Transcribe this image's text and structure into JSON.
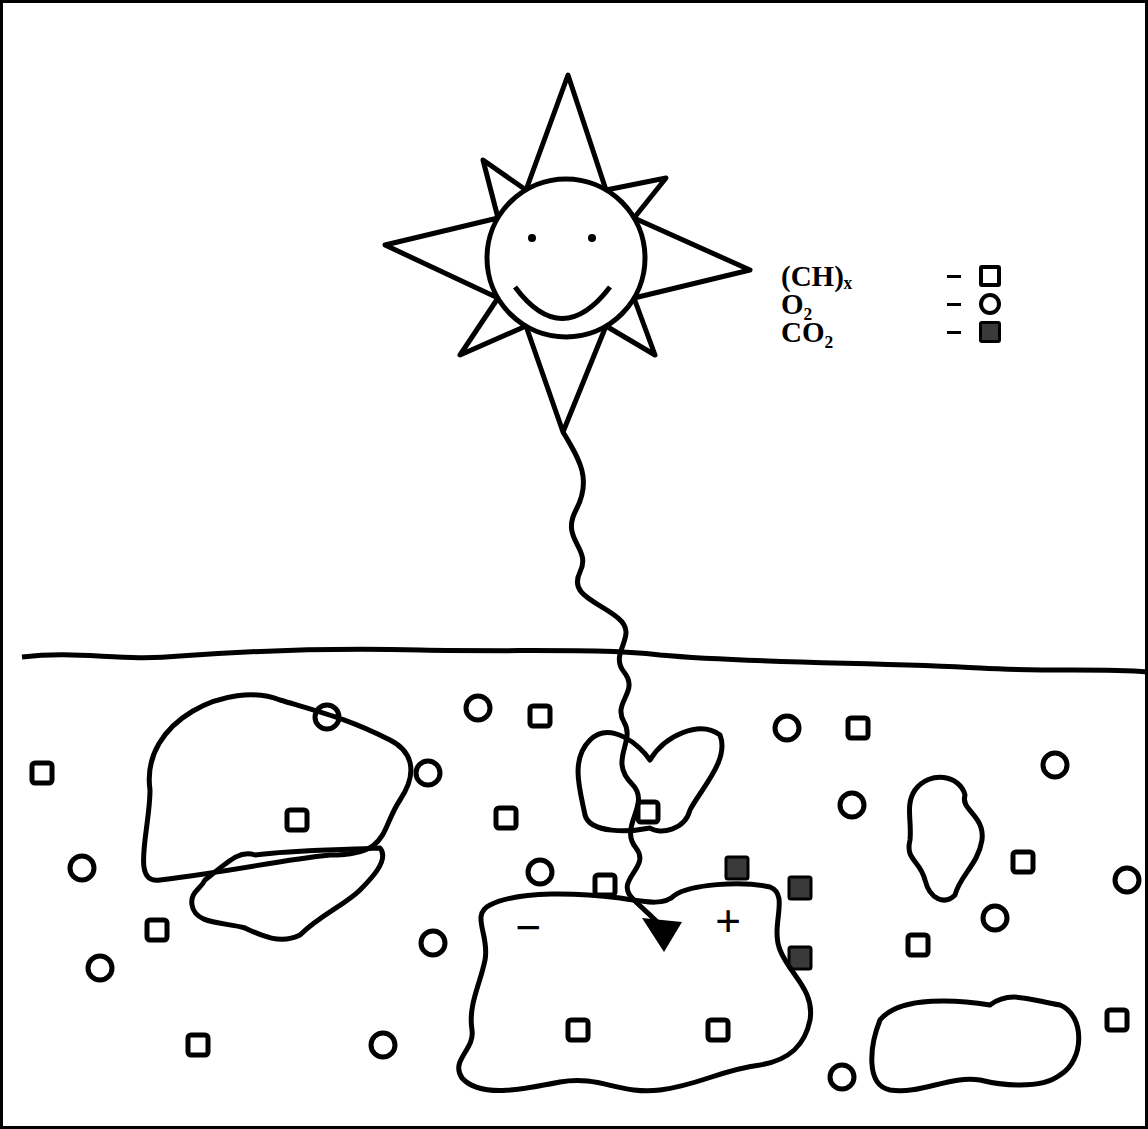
{
  "diagram": {
    "nodes": [
      {
        "text": [
          "−",
          "+"
        ]
      }
    ],
    "legend": [
      {
        "text": "(CH)ₓ"
      },
      {
        "text": "O₂"
      },
      {
        "text": "CO₂",
        "color": "#3a3a3a"
      }
    ]
  }
}
